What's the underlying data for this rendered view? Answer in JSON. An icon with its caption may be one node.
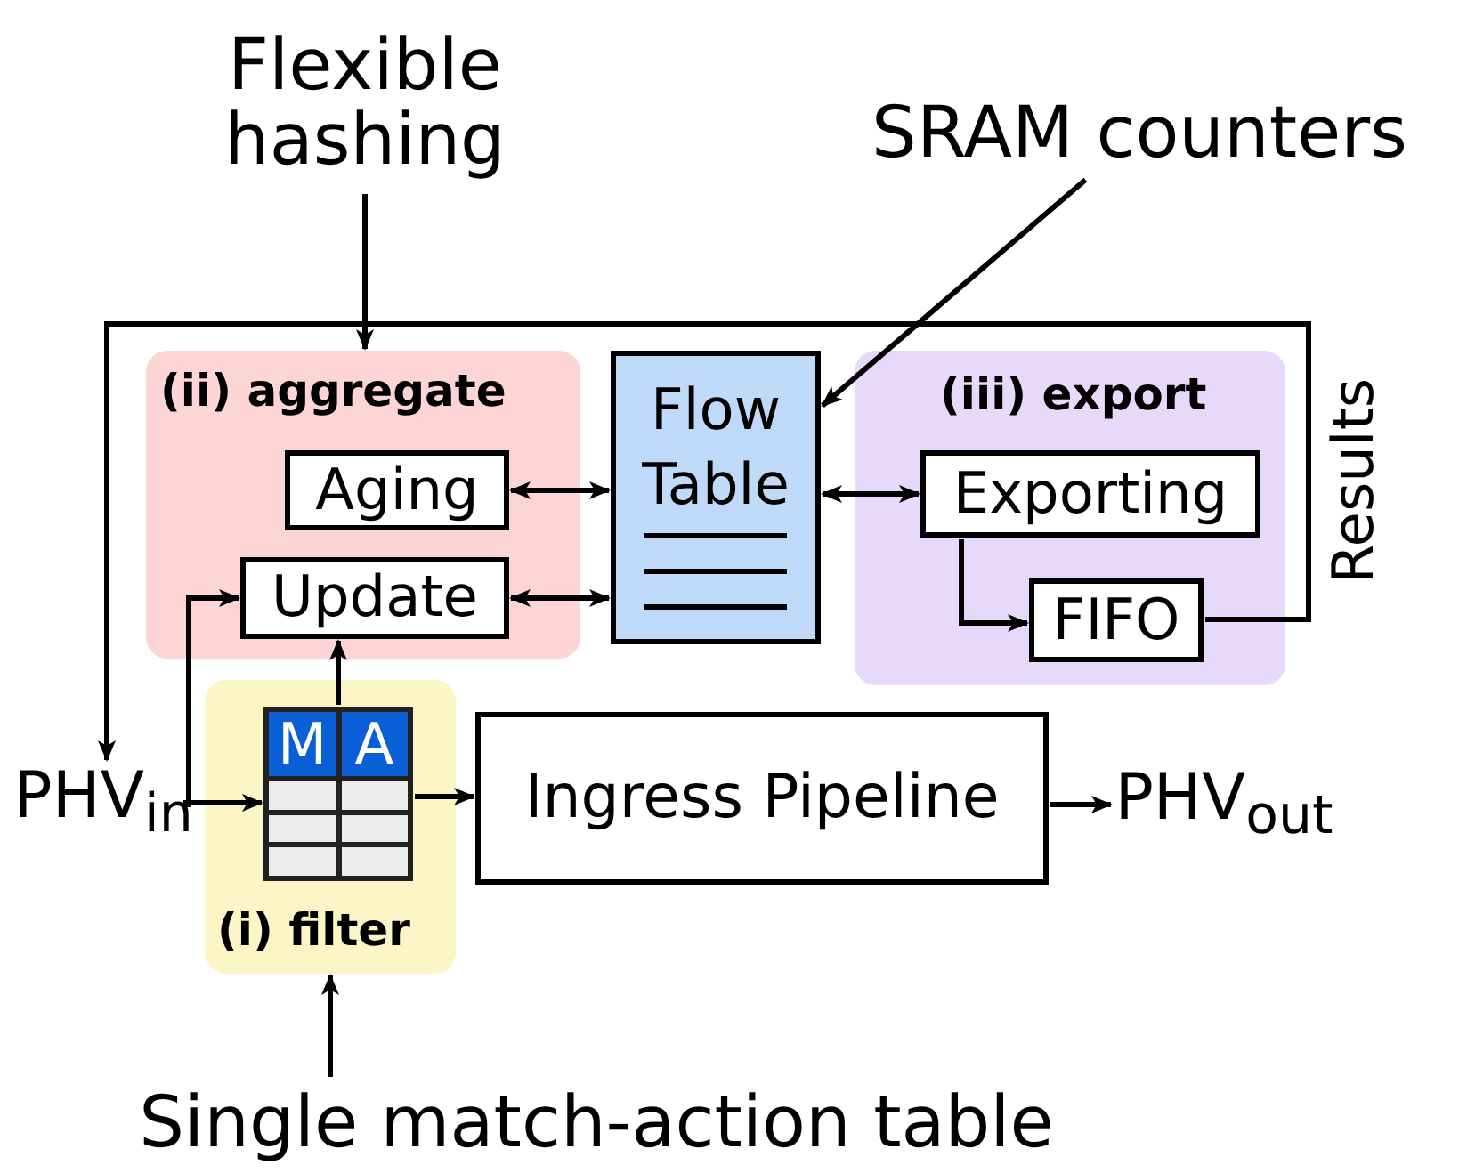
{
  "diagram": {
    "nodes": [
      {
        "text": [
          "Flexible hashing"
        ]
      },
      {
        "text": [
          "SRAM counters"
        ]
      },
      {
        "text": [
          "(ii) aggregate"
        ]
      },
      {
        "text": [
          "Aging"
        ],
        "in": 2
      },
      {
        "text": [
          "Update"
        ],
        "in": 2
      },
      {
        "text": [
          "Flow Table"
        ]
      },
      {
        "text": [
          "(iii) export"
        ]
      },
      {
        "text": [
          "Exporting"
        ],
        "in": 6
      },
      {
        "text": [
          "FIFO"
        ],
        "in": 6
      },
      {
        "text": [
          "PHV$_{in}$"
        ]
      },
      {
        "text": [
          "(i) filter"
        ]
      },
      {
        "text": [
          "M",
          "A"
        ],
        "in": 10
      },
      {
        "text": [
          "Ingress Pipeline"
        ]
      },
      {
        "text": [
          "PHV$_{out}$"
        ]
      },
      {
        "text": [
          "Single match-action table"
        ]
      }
    ],
    "edges": [
      {
        "from": 0,
        "to": 2,
        "arrow": "to"
      },
      {
        "from": 1,
        "to": 5,
        "arrow": "to"
      },
      {
        "from": 14,
        "to": 10,
        "arrow": "to"
      },
      {
        "from": 3,
        "to": 5,
        "arrow": "both"
      },
      {
        "from": 4,
        "to": 5,
        "arrow": "both"
      },
      {
        "from": 5,
        "to": 7,
        "arrow": "both"
      },
      {
        "from": 7,
        "to": 8,
        "arrow": "to"
      },
      {
        "from": 8,
        "to": 9,
        "arrow": "to",
        "label": "Results"
      },
      {
        "from": 9,
        "to": 4,
        "arrow": "to"
      },
      {
        "from": 9,
        "to": 11,
        "arrow": "to"
      },
      {
        "from": 11,
        "to": 4,
        "arrow": "to"
      },
      {
        "from": 11,
        "to": 12,
        "arrow": "to"
      },
      {
        "from": 12,
        "to": 13,
        "arrow": "to"
      }
    ]
  }
}
